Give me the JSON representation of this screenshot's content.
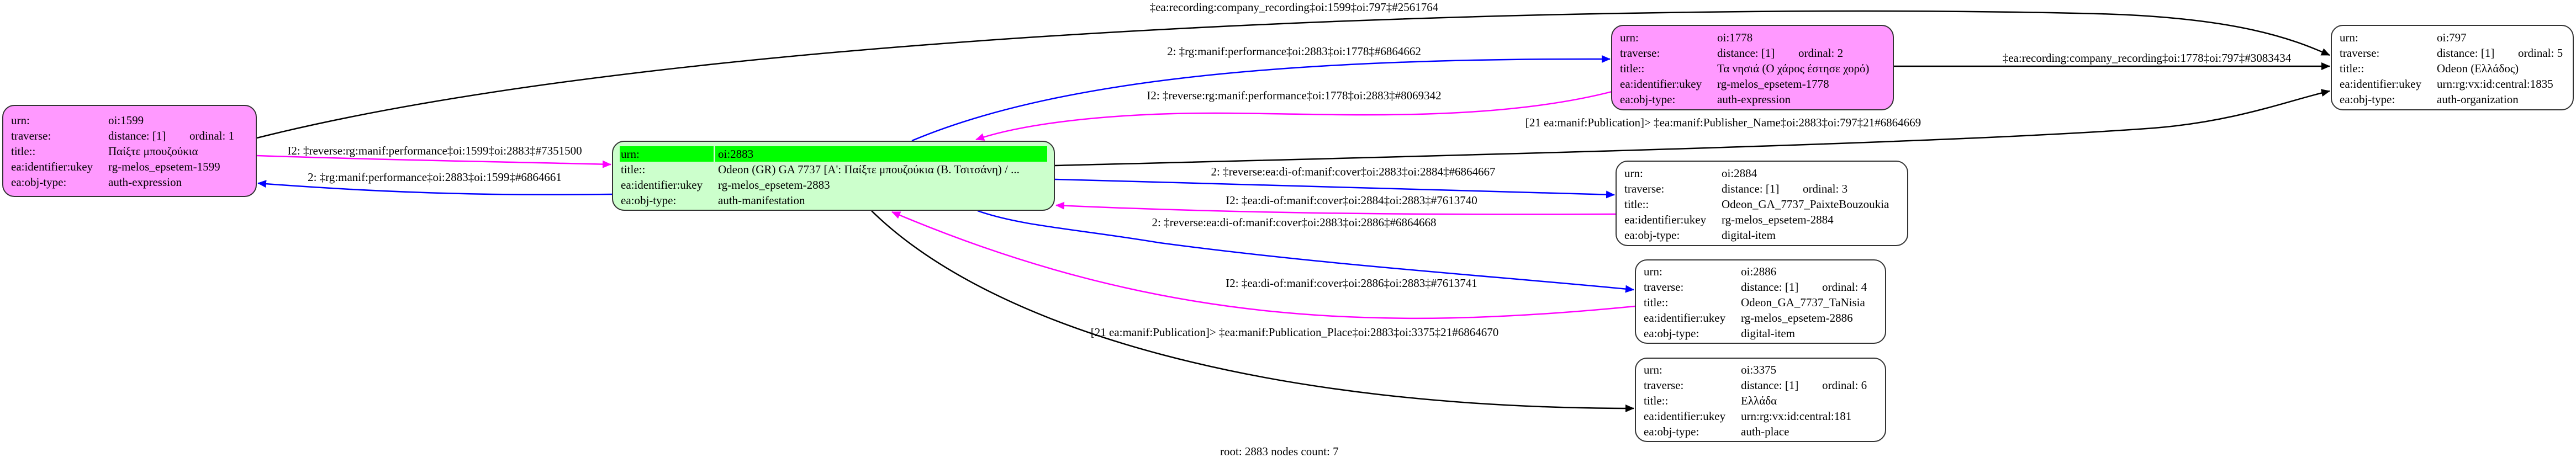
{
  "field_labels": {
    "urn": "urn:",
    "traverse": "traverse:",
    "title": "title::",
    "ukey": "ea:identifier:ukey",
    "obj_type": "ea:obj-type:"
  },
  "colors": {
    "expression_fill": "#ff99ff",
    "root_fill": "#ccffcc",
    "root_header": "#00ff00",
    "forward_edge": "#0000ff",
    "reverse_edge": "#ff00ff",
    "plain_edge": "#000000"
  },
  "nodes": {
    "n1599": {
      "urn": "oi:1599",
      "distance": "distance: [1]",
      "ordinal": "ordinal: 1",
      "title": "Παίξτε μπουζούκια",
      "ukey": "rg-melos_epsetem-1599",
      "obj_type": "auth-expression"
    },
    "n2883": {
      "urn": "oi:2883",
      "title": "Odeon (GR) GA 7737 [A': Παίξτε μπουζούκια (Β. Τσιτσάνη) / ...",
      "ukey": "rg-melos_epsetem-2883",
      "obj_type": "auth-manifestation"
    },
    "n1778": {
      "urn": "oi:1778",
      "distance": "distance: [1]",
      "ordinal": "ordinal: 2",
      "title": "Τα νησιά (Ο χάρος έστησε χορό)",
      "ukey": "rg-melos_epsetem-1778",
      "obj_type": "auth-expression"
    },
    "n797": {
      "urn": "oi:797",
      "distance": "distance: [1]",
      "ordinal": "ordinal: 5",
      "title": "Odeon (Ελλάδος)",
      "ukey": "urn:rg:vx:id:central:1835",
      "obj_type": "auth-organization"
    },
    "n2884": {
      "urn": "oi:2884",
      "distance": "distance: [1]",
      "ordinal": "ordinal: 3",
      "title": "Odeon_GA_7737_PaixteBouzoukia",
      "ukey": "rg-melos_epsetem-2884",
      "obj_type": "digital-item"
    },
    "n2886": {
      "urn": "oi:2886",
      "distance": "distance: [1]",
      "ordinal": "ordinal: 4",
      "title": "Odeon_GA_7737_TaNisia",
      "ukey": "rg-melos_epsetem-2886",
      "obj_type": "digital-item"
    },
    "n3375": {
      "urn": "oi:3375",
      "distance": "distance: [1]",
      "ordinal": "ordinal: 6",
      "title": "Ελλάδα",
      "ukey": "urn:rg:vx:id:central:181",
      "obj_type": "auth-place"
    }
  },
  "edges": {
    "e1599_797": "‡ea:recording:company_recording‡oi:1599‡oi:797‡#2561764",
    "e2883_1778": "2: ‡rg:manif:performance‡oi:2883‡oi:1778‡#6864662",
    "e1778_2883": "I2: ‡reverse:rg:manif:performance‡oi:1778‡oi:2883‡#8069342",
    "e1778_797": "‡ea:recording:company_recording‡oi:1778‡oi:797‡#3083434",
    "e2883_797": "[21 ea:manif:Publication]> ‡ea:manif:Publisher_Name‡oi:2883‡oi:797‡21#6864669",
    "e1599_2883": "I2: ‡reverse:rg:manif:performance‡oi:1599‡oi:2883‡#7351500",
    "e2883_1599": "2: ‡rg:manif:performance‡oi:2883‡oi:1599‡#6864661",
    "e2883_2884": "2: ‡reverse:ea:di-of:manif:cover‡oi:2883‡oi:2884‡#6864667",
    "e2884_2883": "I2: ‡ea:di-of:manif:cover‡oi:2884‡oi:2883‡#7613740",
    "e2883_2886": "2: ‡reverse:ea:di-of:manif:cover‡oi:2883‡oi:2886‡#6864668",
    "e2886_2883": "I2: ‡ea:di-of:manif:cover‡oi:2886‡oi:2883‡#7613741",
    "e2883_3375": "[21 ea:manif:Publication]> ‡ea:manif:Publication_Place‡oi:2883‡oi:3375‡21#6864670"
  },
  "caption": "root: 2883 nodes count: 7"
}
